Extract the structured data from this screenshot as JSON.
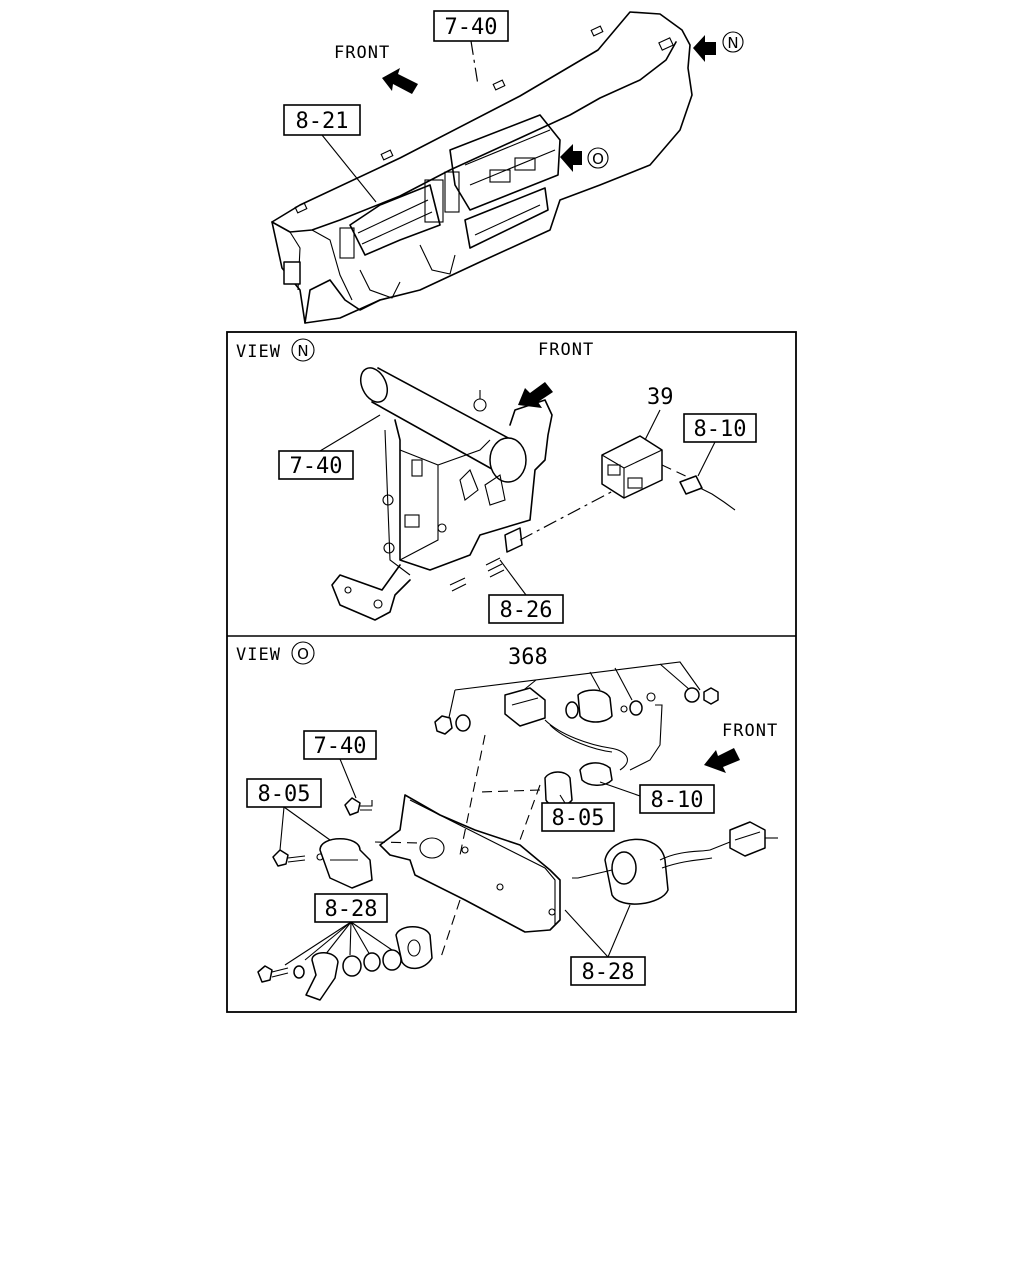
{
  "top": {
    "front_label": "FRONT",
    "callout_740": "7-40",
    "callout_821": "8-21",
    "view_n_mark": "N",
    "view_o_mark": "O"
  },
  "view_n": {
    "title": "VIEW",
    "mark": "N",
    "front_label": "FRONT",
    "part_39": "39",
    "callout_810": "8-10",
    "callout_740": "7-40",
    "callout_826": "8-26"
  },
  "view_o": {
    "title": "VIEW",
    "mark": "O",
    "front_label": "FRONT",
    "part_368": "368",
    "callout_740": "7-40",
    "callout_805a": "8-05",
    "callout_805b": "8-05",
    "callout_810": "8-10",
    "callout_828a": "8-28",
    "callout_828b": "8-28"
  }
}
